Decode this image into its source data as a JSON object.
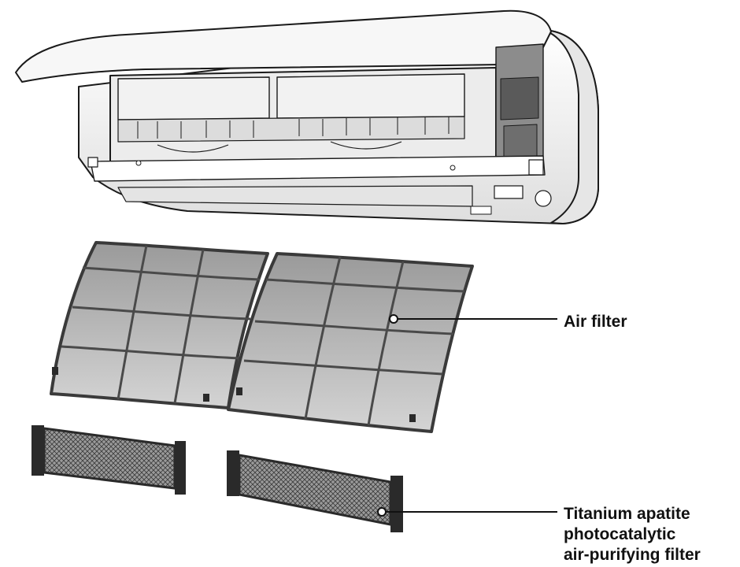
{
  "labels": {
    "air_filter": "Air filter",
    "titanium_filter": [
      "Titanium apatite",
      "photocatalytic",
      "air-purifying filter"
    ]
  },
  "icons": [
    "air-conditioner-unit-icon",
    "air-filter-icon",
    "titanium-apatite-filter-icon"
  ],
  "colors": {
    "line": "#1a1a1a",
    "unit_body": "#f4f4f4",
    "unit_shadow": "#cfcfcf",
    "filter_frame": "#4a4a4a",
    "filter_mesh": "#b9b9b9",
    "titanium_mesh": "#8c8c8c"
  }
}
